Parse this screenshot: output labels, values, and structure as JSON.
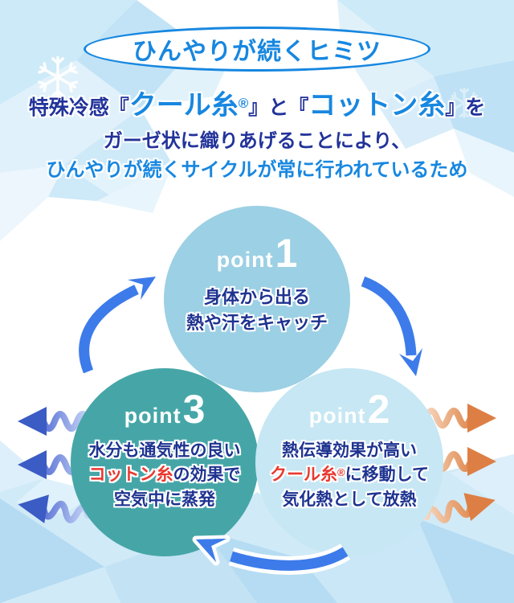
{
  "title": "ひんやりが続くヒミツ",
  "subtitle": {
    "l1_prefix": "特殊冷感",
    "l1_open": "『",
    "l1_cool": "クール糸",
    "l1_reg": "®",
    "l1_mid": "』と『",
    "l1_cotton": "コットン糸",
    "l1_close": "』を",
    "l2": "ガーゼ状に織りあげることにより、",
    "l3": "ひんやりが続くサイクルが常に行われているため"
  },
  "points": {
    "p1": {
      "label": "point",
      "num": "1",
      "line1": "身体から出る",
      "line2": "熱や汗をキャッチ"
    },
    "p2": {
      "label": "point",
      "num": "2",
      "line1": "熱伝導効果が高い",
      "line2_red": "クール糸",
      "line2_reg": "®",
      "line2_rest": "に移動して",
      "line3": "気化熱として放熱"
    },
    "p3": {
      "label": "point",
      "num": "3",
      "line1": "水分も通気性の良い",
      "line2_red": "コットン糸",
      "line2_rest": "の効果で",
      "line3": "空気中に蒸発"
    }
  },
  "colors": {
    "azure": "#1787e0",
    "navy": "#22339a",
    "accent_red": "#e8392f",
    "circle1_blue": "#9cd0e4",
    "circle2_light_blue": "#c6e7f3",
    "circle3_teal": "#46a6a7",
    "cycle_arrow_blue": "#3d7bea",
    "cold_wave_blue": "#3b5cc4",
    "heat_wave_orange": "#dd7f45",
    "ice_blue": "#cfe9f7"
  },
  "icons": {
    "snowflake-icon": "❄",
    "cycle-arrow-icon": "curved swoosh arrow (blue)",
    "cold-wave-icon": "wavy arrow pointing left (blue)",
    "heat-wave-icon": "wavy arrow pointing right (orange)"
  }
}
